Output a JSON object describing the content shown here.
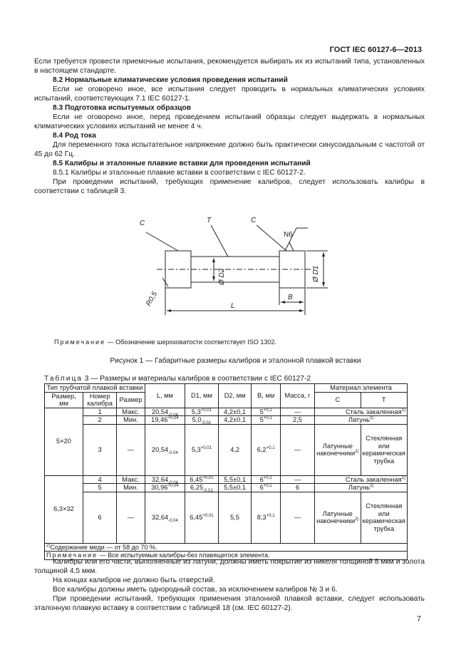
{
  "header": {
    "title": "ГОСТ IEC 60127-6—2013"
  },
  "top_text": {
    "p1": "Если требуется провести приемочные испытания, рекомендуется выбирать их из испытаний типа, установленных в настоящем стандарте.",
    "h82": "8.2 Нормальные климатические условия проведения испытаний",
    "p82": "Если не оговорено иное, все испытания следует проводить в нормальных климатических условиях испытаний, соответствующих 7.1 IEC 60127-1.",
    "h83": "8.3 Подготовка испытуемых образцов",
    "p83": "Если не оговорено иное, перед проведением испытаний образцы следует выдержать в нормальных климатических условиях испытаний не менее 4 ч.",
    "h84": "8.4 Род тока",
    "p84": "Для переменного тока испытательное напряжение должно быть практически синусоидальным с частотой от 45 до 62 Гц.",
    "h85": "8.5 Калибры и эталонные плавкие вставки для проведения испытаний",
    "p851": "8.5.1 Калибры и эталонные плавкие вставки в соответствии с IEC 60127-2.",
    "p852": "При проведении испытаний, требующих применение калибров, следует использовать калибры в соответствии с таблицей 3."
  },
  "figure": {
    "labels": {
      "c_left": "C",
      "t": "T",
      "c_right": "C",
      "n6": "N6",
      "d2": "Ø D2",
      "d1": "Ø D1",
      "r": "R0,5",
      "b": "B",
      "l": "L"
    },
    "note_word": "Примечание",
    "note_text": " — Обозначение шероховатости соответствует ISO 1302.",
    "caption": "Рисунок 1 — Габаритные размеры калибров и эталонной плавкой вставки"
  },
  "table": {
    "title_word": "Таблица",
    "title_rest": " 3 — Размеры и материалы калибров в соответствии с IEC 60127-2",
    "headers": {
      "tube_type": "Тип трубчатой плавкой вставки",
      "size": "Размер, мм",
      "gauge_no": "Номер калибра",
      "size2": "Размер",
      "L": "L, мм",
      "D1": "D1, мм",
      "D2": "D2, мм",
      "B": "B, мм",
      "mass": "Масса, г",
      "material": "Материал элемента",
      "C": "C",
      "T": "T"
    },
    "rows": [
      {
        "group": "5×20",
        "no": "1",
        "sz": "Макс.",
        "L": "20,54",
        "L_sub": "-0,04",
        "D1": "5,3",
        "D1_sup": "+0,01",
        "D2": "4,2±0,1",
        "B": "5",
        "B_sup": "+0,1",
        "mass": "—",
        "mat": "Сталь закаленная",
        "mat_sup": "1)"
      },
      {
        "no": "2",
        "sz": "Мин.",
        "L": "19,46",
        "L_sup": "+0,04",
        "D1": "5,0",
        "D1_sub": "-0,01",
        "D2": "4,2±0,1",
        "B": "5",
        "B_sup": "+0,1",
        "mass": "2,5",
        "mat": "Латунь",
        "mat_sup": "2)"
      },
      {
        "no": "3",
        "sz": "—",
        "L": "20,54",
        "L_sub": "-0,04",
        "D1": "5,3",
        "D1_sup": "+0,01",
        "D2": "4,2",
        "B": "6,2",
        "B_sup": "+0,1",
        "mass": "—",
        "c": "Латунные наконечники",
        "c_sup": "2)",
        "t": "Стеклянная или керамическая трубка"
      },
      {
        "group": "6,3×32",
        "no": "4",
        "sz": "Макс.",
        "L": "32,64",
        "L_sub": "-0,04",
        "D1": "6,45",
        "D1_sup": "+0,01",
        "D2": "5,5±0,1",
        "B": "6",
        "B_sup": "+0,1",
        "mass": "—",
        "mat": "Сталь закаленная",
        "mat_sup": "1)"
      },
      {
        "no": "5",
        "sz": "Мин.",
        "L": "30,96",
        "L_sup": "+0,04",
        "D1": "6,25",
        "D1_sub": "-0,01",
        "D2": "5,5±0,1",
        "B": "6",
        "B_sup": "+0,1",
        "mass": "6",
        "mat": "Латунь",
        "mat_sup": "2)"
      },
      {
        "no": "6",
        "sz": "—",
        "L": "32,64",
        "L_sub": "-0,04",
        "D1": "6,45",
        "D1_sup": "+0,01",
        "D2": "5,5",
        "B": "8,3",
        "B_sup": "+0,1",
        "mass": "—",
        "c": "Латунные наконечники",
        "c_sup": "2)",
        "t": "Стеклянная или керамическая трубка"
      }
    ],
    "footnote_mark": "2)",
    "footnote": "Содержание меди — от 58 до 70 %.",
    "note_word": "Примечание",
    "note_text": " — Все испытуемые калибры-без плавящегося элемента."
  },
  "bottom_text": {
    "p1": "Калибры или его части, выполненные из латуни, должны иметь покрытие из никеля толщиной 8 мкм и золота толщиной 4,5 мкм.",
    "p2": "На концах калибров не должно быть отверстий.",
    "p3": "Все калибры должны иметь однородный состав, за исключением калибров № 3 и 6.",
    "p4": "При проведении испытаний, требующих применения эталонной плавкой вставки, следует использовать эталонную плавкую вставку в соответствии с таблицей 18 (см. IEC 60127-2)."
  },
  "page_number": "7"
}
